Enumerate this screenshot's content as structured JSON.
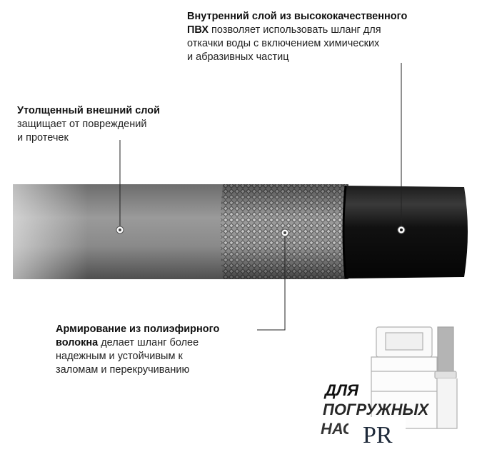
{
  "callouts": {
    "inner": {
      "title": "Внутренний слой из высококачественного",
      "title2": "ПВХ",
      "text1": " позволяет использовать шланг для",
      "text2": "откачки воды с включением химических",
      "text3": "и абразивных частиц"
    },
    "outer": {
      "title": "Утолщенный внешний слой",
      "text1": "защищает от повреждений",
      "text2": "и протечек"
    },
    "fiber": {
      "title": "Армирование из полиэфирного",
      "title2": "волокна",
      "text1": " делает шланг более",
      "text2": "надежным и устойчивым к",
      "text3": "заломам и перекручиванию"
    }
  },
  "badge": {
    "line1": "ДЛЯ",
    "line2": "ПОГРУЖНЫХ",
    "line3": "НАСОСОВ",
    "logo_text": "PR"
  },
  "colors": {
    "outer_layer": "#7a7a7a",
    "mesh_layer": "#8e8e8e",
    "inner_layer": "#101010",
    "leader_line": "#222222"
  }
}
